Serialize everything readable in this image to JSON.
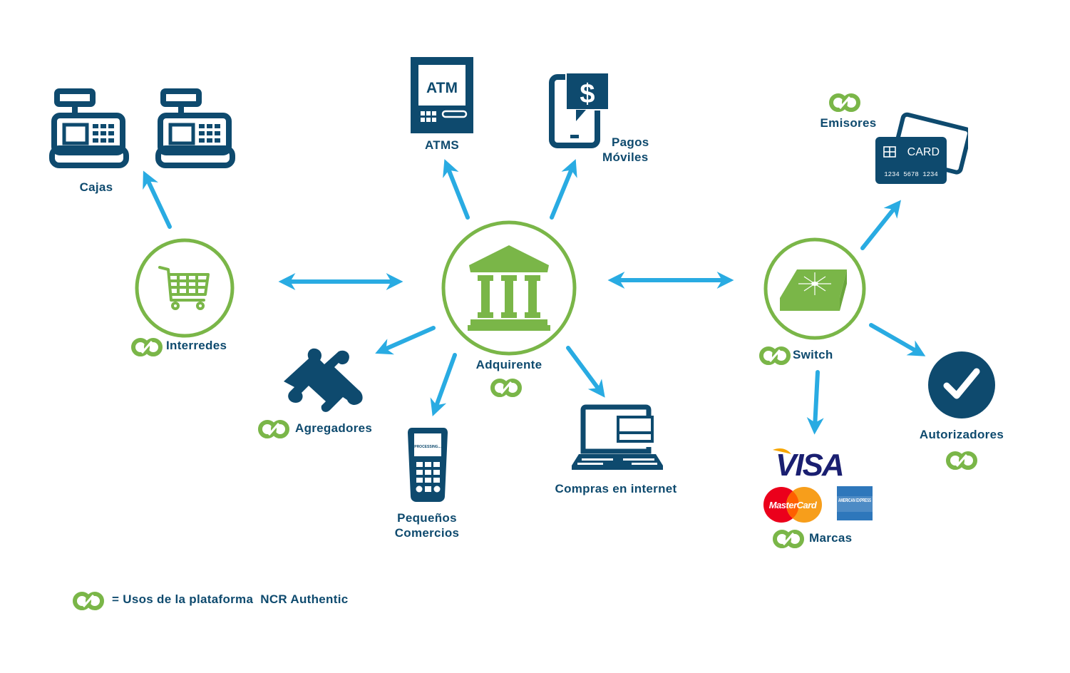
{
  "colors": {
    "navy": "#0e4a6e",
    "green": "#7ab648",
    "arrow": "#29abe2",
    "visa_blue": "#1a1f71",
    "visa_gold": "#f7a600",
    "mc_red": "#eb001b",
    "mc_orange": "#f79e1b",
    "amex_blue": "#2e77bb"
  },
  "nodes": {
    "cajas": {
      "label": "Cajas",
      "icon": "cash-register-icon"
    },
    "interredes": {
      "label": "Interredes",
      "icon": "shopping-cart-icon",
      "ncr": true
    },
    "atms": {
      "label": "ATMS",
      "icon": "atm-icon",
      "screen_text": "ATM"
    },
    "pagos_moviles": {
      "label_line1": "Pagos",
      "label_line2": "Móviles",
      "icon": "mobile-payment-icon",
      "symbol": "$"
    },
    "adquirente": {
      "label": "Adquirente",
      "icon": "bank-icon",
      "ncr": true
    },
    "agregadores": {
      "label": "Agregadores",
      "icon": "puzzle-icon",
      "ncr": true
    },
    "pequenos_comercios": {
      "label_line1": "Pequeños",
      "label_line2": "Comercios",
      "icon": "pos-terminal-icon",
      "screen_text": "PROCESSING..."
    },
    "compras_internet": {
      "label": "Compras en internet",
      "icon": "laptop-card-icon"
    },
    "switch": {
      "label": "Switch",
      "icon": "switch-icon",
      "ncr": true
    },
    "emisores": {
      "label": "Emisores",
      "icon": "credit-card-icon",
      "card_text": "CARD",
      "card_number": "1234 5678 1234",
      "ncr": true
    },
    "marcas": {
      "label": "Marcas",
      "ncr": true,
      "brands": [
        "VISA",
        "MasterCard",
        "AMERICAN EXPRESS"
      ]
    },
    "autorizadores": {
      "label": "Autorizadores",
      "icon": "checkmark-icon",
      "ncr": true
    }
  },
  "legend": {
    "text": "= Usos de la plataforma  NCR Authentic",
    "icon": "ncr-authentic-logo-icon"
  }
}
